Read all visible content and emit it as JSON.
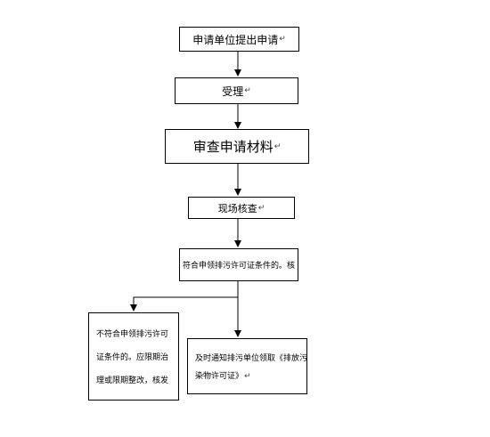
{
  "diagram": {
    "steps": [
      {
        "id": "apply",
        "text": "申请单位提出申请"
      },
      {
        "id": "accept",
        "text": "受理"
      },
      {
        "id": "review",
        "text": "审查申请材料"
      },
      {
        "id": "inspect",
        "text": "现场核查"
      },
      {
        "id": "qualify",
        "text": "符合申领排污许可证条件的。核"
      }
    ],
    "outcomes": {
      "reject": {
        "lines": [
          "不符合申领排污许可",
          "证条件的。应限期治",
          "理或限期整改，核发"
        ]
      },
      "issue": {
        "lines": [
          "及时通知排污单位领取《排放污",
          "染物许可证》"
        ]
      }
    },
    "para_mark": "↵"
  }
}
